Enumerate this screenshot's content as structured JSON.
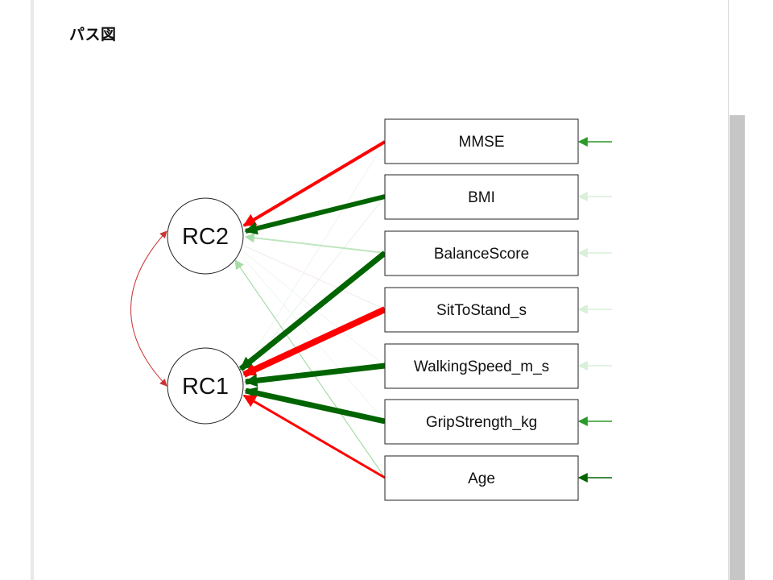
{
  "panel": {
    "title": "パス図"
  },
  "diagram": {
    "latents": [
      {
        "id": "RC2",
        "label": "RC2"
      },
      {
        "id": "RC1",
        "label": "RC1"
      }
    ],
    "observed": [
      {
        "id": "MMSE",
        "label": "MMSE"
      },
      {
        "id": "BMI",
        "label": "BMI"
      },
      {
        "id": "BalanceScore",
        "label": "BalanceScore"
      },
      {
        "id": "SitToStand_s",
        "label": "SitToStand_s"
      },
      {
        "id": "WalkingSpeed_m_s",
        "label": "WalkingSpeed_m_s"
      },
      {
        "id": "GripStrength_kg",
        "label": "GripStrength_kg"
      },
      {
        "id": "Age",
        "label": "Age"
      }
    ],
    "colors": {
      "positive": "#006400",
      "negative": "#ff0000",
      "covariance": "#cc3333"
    }
  }
}
